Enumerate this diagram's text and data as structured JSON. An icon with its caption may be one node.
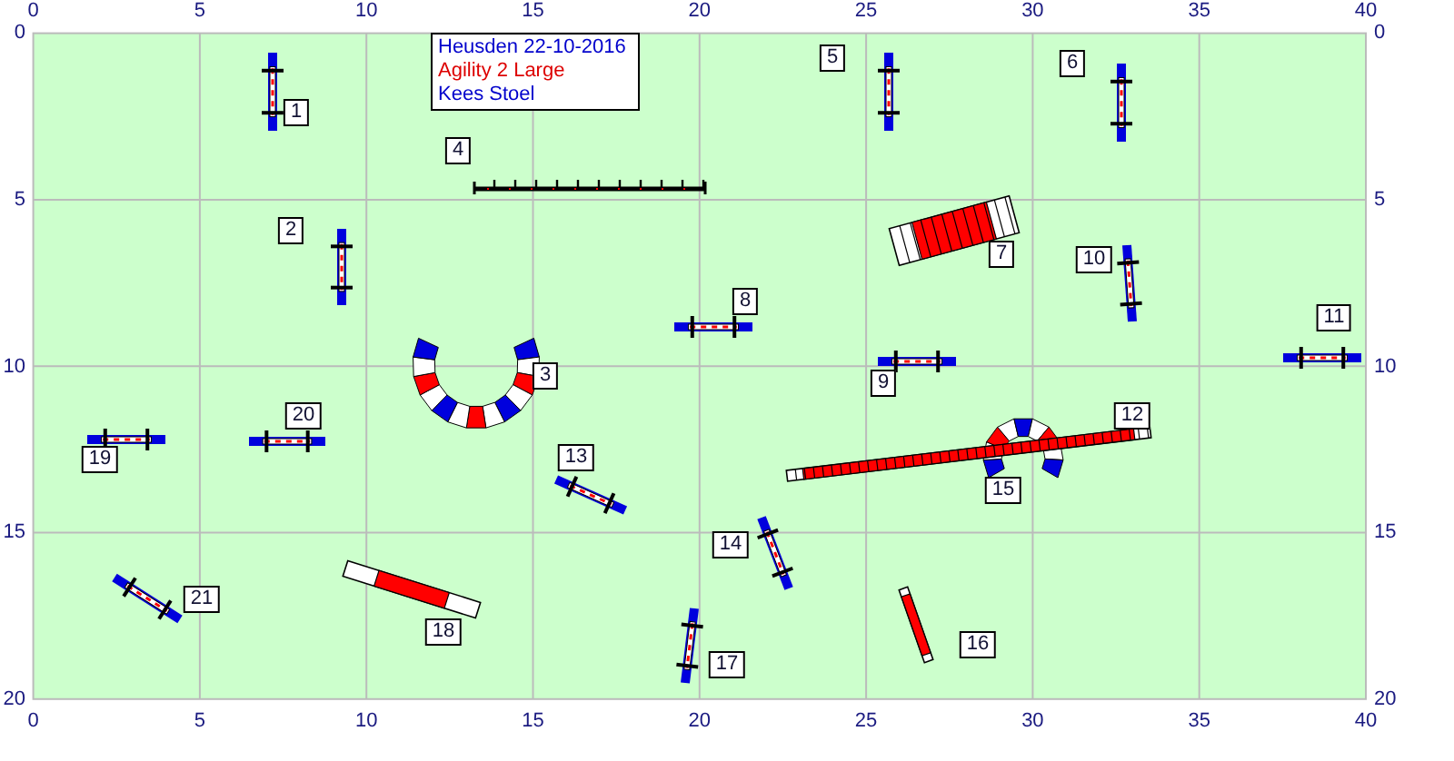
{
  "diagram": {
    "nodes": [
      {
        "text": [
          "Heusden 22-10-2016",
          "Agility 2 Large",
          "Kees Stoel"
        ]
      }
    ],
    "labels": [
      "0",
      "5",
      "10",
      "15",
      "20",
      "25",
      "30",
      "35",
      "40",
      "0",
      "5",
      "10",
      "15",
      "20",
      "0",
      "5",
      "10",
      "15",
      "20",
      "0",
      "5",
      "10",
      "15",
      "20",
      "25",
      "30",
      "35",
      "40",
      "1",
      "2",
      "3",
      "4",
      "5",
      "6",
      "7",
      "8",
      "9",
      "10",
      "11",
      "12",
      "13",
      "14",
      "15",
      "16",
      "17",
      "18",
      "19",
      "20",
      "21"
    ]
  }
}
